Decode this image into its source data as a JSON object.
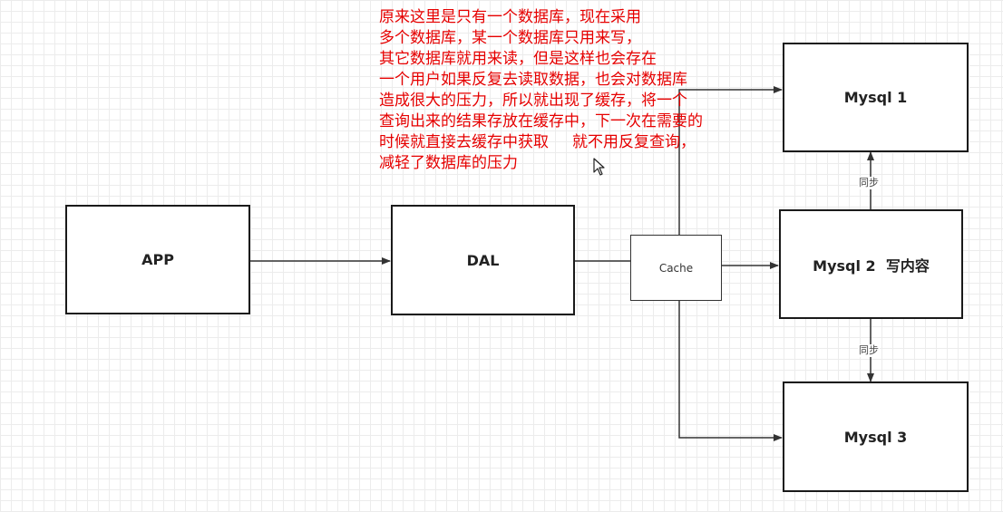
{
  "nodes": {
    "app": "APP",
    "dal": "DAL",
    "cache": "Cache",
    "mysql1": "Mysql 1",
    "mysql2": "Mysql 2  写内容",
    "mysql3": "Mysql 3"
  },
  "edge_labels": {
    "sync_upper": "同步",
    "sync_lower": "同步"
  },
  "annotation": {
    "lines": [
      "原来这里是只有一个数据库，现在采用",
      "多个数据库，某一个数据库只用来写，",
      "其它数据库就用来读，但是这样也会存在",
      "一个用户如果反复去读取数据，也会对数据库",
      "造成很大的压力，所以就出现了缓存，将一个",
      "查询出来的结果存放在缓存中，下一次在需要的",
      "时候就直接去缓存中获取",
      "就不用反复查询，",
      "减轻了数据库的压力"
    ]
  },
  "colors": {
    "annotation": "#e60000",
    "lines": "#333333",
    "grid": "#ececec"
  }
}
